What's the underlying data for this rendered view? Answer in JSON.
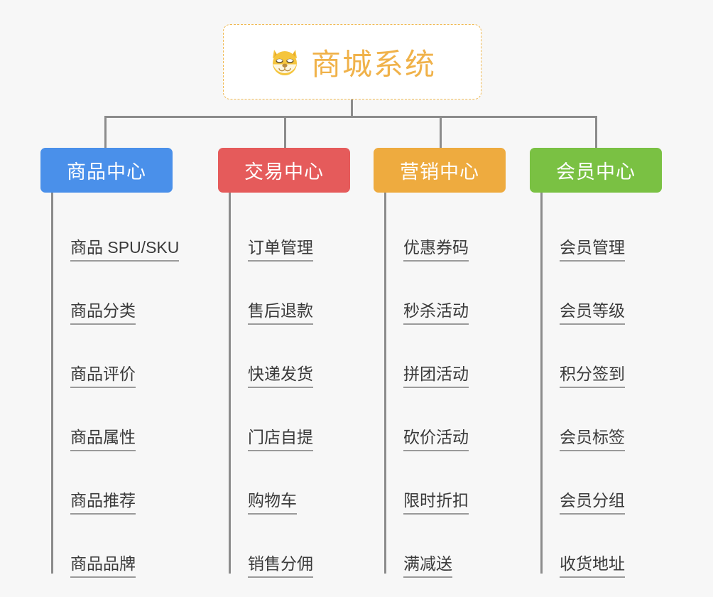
{
  "diagram": {
    "type": "mind-map",
    "background_color": "#f7f7f7",
    "connector_color": "#8c8c8c"
  },
  "root": {
    "title": "商城系统",
    "icon": "shiba-dog-face-icon",
    "border_color": "#f0b952",
    "text_color": "#f0b24a",
    "background_color": "#ffffff"
  },
  "categories": [
    {
      "label": "商品中心",
      "color": "#4a90ea",
      "items": [
        "商品 SPU/SKU",
        "商品分类",
        "商品评价",
        "商品属性",
        "商品推荐",
        "商品品牌"
      ]
    },
    {
      "label": "交易中心",
      "color": "#e55b5b",
      "items": [
        "订单管理",
        "售后退款",
        "快递发货",
        "门店自提",
        "购物车",
        "销售分佣"
      ]
    },
    {
      "label": "营销中心",
      "color": "#eeab3f",
      "items": [
        "优惠券码",
        "秒杀活动",
        "拼团活动",
        "砍价活动",
        "限时折扣",
        "满减送"
      ]
    },
    {
      "label": "会员中心",
      "color": "#7ac143",
      "items": [
        "会员管理",
        "会员等级",
        "积分签到",
        "会员标签",
        "会员分组",
        "收货地址"
      ]
    }
  ]
}
